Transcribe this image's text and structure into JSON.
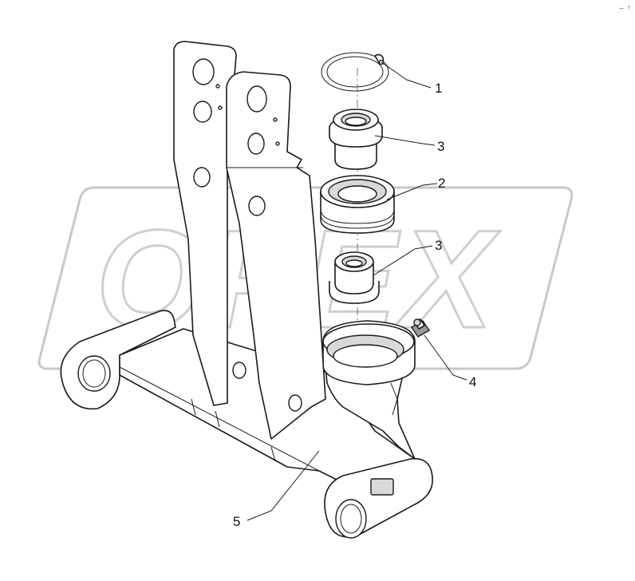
{
  "watermark": {
    "text": "OPEX"
  },
  "corner_mark": "← ↑",
  "callouts": [
    {
      "id": "label-1",
      "text": "1",
      "part": "circlip"
    },
    {
      "id": "label-3a",
      "text": "3",
      "part": "upper-bushing"
    },
    {
      "id": "label-2",
      "text": "2",
      "part": "bearing"
    },
    {
      "id": "label-3b",
      "text": "3",
      "part": "lower-bushing"
    },
    {
      "id": "label-4",
      "text": "4",
      "part": "grease-nipple"
    },
    {
      "id": "label-5",
      "text": "5",
      "part": "frame"
    }
  ]
}
